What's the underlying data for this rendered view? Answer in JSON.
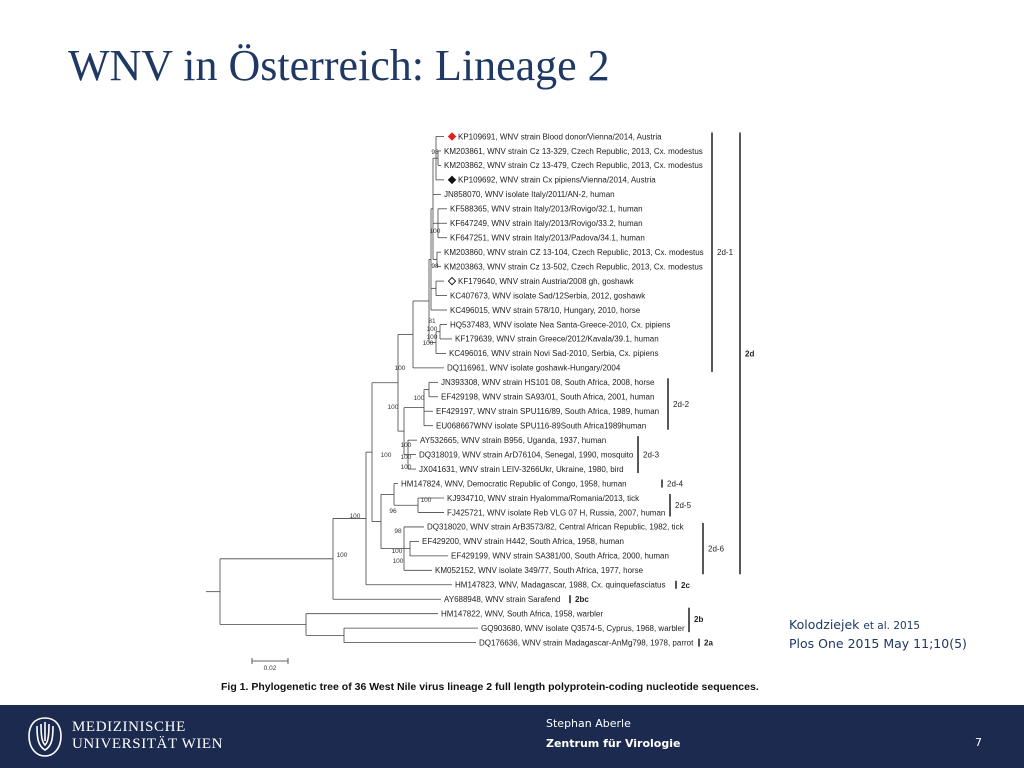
{
  "slide": {
    "title": "WNV in Österreich: Lineage 2",
    "page_number": "7"
  },
  "figure": {
    "caption": "Fig 1. Phylogenetic tree of 36 West Nile virus lineage 2 full length polyprotein-coding nucleotide sequences.",
    "scale_bar": "0.02",
    "leaves": [
      {
        "label": "KP109691, WNV strain Blood donor/Vienna/2014, Austria",
        "marker": "diamond-red"
      },
      {
        "label": "KM203861, WNV strain Cz 13-329, Czech Republic, 2013, Cx. modestus",
        "marker": ""
      },
      {
        "label": "KM203862, WNV strain Cz 13-479, Czech Republic, 2013, Cx. modestus",
        "marker": ""
      },
      {
        "label": "KP109692, WNV strain Cx pipiens/Vienna/2014, Austria",
        "marker": "diamond-black"
      },
      {
        "label": "JN858070, WNV isolate Italy/2011/AN-2, human",
        "marker": ""
      },
      {
        "label": "KF588365, WNV strain Italy/2013/Rovigo/32.1, human",
        "marker": ""
      },
      {
        "label": "KF647249, WNV strain Italy/2013/Rovigo/33.2, human",
        "marker": ""
      },
      {
        "label": "KF647251, WNV strain Italy/2013/Padova/34.1, human",
        "marker": ""
      },
      {
        "label": "KM203860, WNV strain CZ 13-104, Czech Republic, 2013, Cx. modestus",
        "marker": ""
      },
      {
        "label": "KM203863, WNV strain Cz 13-502, Czech Republic, 2013, Cx. modestus",
        "marker": ""
      },
      {
        "label": "KF179640, WNV strain Austria/2008 gh, goshawk",
        "marker": "diamond-open"
      },
      {
        "label": "KC407673, WNV isolate Sad/12Serbia, 2012, goshawk",
        "marker": ""
      },
      {
        "label": "KC496015, WNV strain 578/10, Hungary, 2010, horse",
        "marker": ""
      },
      {
        "label": "HQ537483, WNV isolate Nea Santa-Greece-2010, Cx. pipiens",
        "marker": ""
      },
      {
        "label": "KF179639, WNV strain Greece/2012/Kavala/39.1, human",
        "marker": ""
      },
      {
        "label": "KC496016, WNV strain Novi Sad-2010, Serbia, Cx. pipiens",
        "marker": ""
      },
      {
        "label": "DQ116961, WNV isolate goshawk-Hungary/2004",
        "marker": ""
      },
      {
        "label": "JN393308, WNV strain HS101 08, South Africa, 2008, horse",
        "marker": ""
      },
      {
        "label": "EF429198, WNV strain SA93/01, South Africa, 2001, human",
        "marker": ""
      },
      {
        "label": "EF429197, WNV strain SPU116/89, South Africa, 1989, human",
        "marker": ""
      },
      {
        "label": "EU068667WNV isolate SPU116-89South Africa1989human",
        "marker": ""
      },
      {
        "label": "AY532665, WNV strain B956, Uganda, 1937, human",
        "marker": ""
      },
      {
        "label": "DQ318019, WNV strain ArD76104, Senegal, 1990, mosquito",
        "marker": ""
      },
      {
        "label": "JX041631, WNV strain LEIV-3266Ukr, Ukraine, 1980, bird",
        "marker": ""
      },
      {
        "label": "HM147824, WNV, Democratic Republic of Congo, 1958, human",
        "marker": ""
      },
      {
        "label": "KJ934710, WNV strain Hyalomma/Romania/2013, tick",
        "marker": ""
      },
      {
        "label": "FJ425721, WNV isolate Reb VLG 07 H, Russia, 2007, human",
        "marker": ""
      },
      {
        "label": "DQ318020, WNV strain ArB3573/82, Central African Republic, 1982, tick",
        "marker": ""
      },
      {
        "label": "EF429200, WNV strain H442, South Africa, 1958, human",
        "marker": ""
      },
      {
        "label": "EF429199, WNV strain SA381/00, South Africa, 2000, human",
        "marker": ""
      },
      {
        "label": "KM052152, WNV isolate 349/77, South Africa, 1977, horse",
        "marker": ""
      },
      {
        "label": "HM147823, WNV, Madagascar, 1988, Cx. quinquefasciatus",
        "marker": ""
      },
      {
        "label": "AY688948, WNV strain Sarafend",
        "marker": ""
      },
      {
        "label": "HM147822, WNV, South Africa, 1958, warbler",
        "marker": ""
      },
      {
        "label": "GQ903680, WNV isolate Q3574-5, Cyprus, 1968, warbler",
        "marker": ""
      },
      {
        "label": "DQ176636, WNV strain Madagascar-AnMg798, 1978, parrot",
        "marker": ""
      }
    ],
    "bootstrap_values": [
      "98",
      "100",
      "98",
      "81",
      "100",
      "100",
      "100",
      "100",
      "100",
      "100",
      "100",
      "100",
      "100",
      "100",
      "96",
      "100",
      "98",
      "100",
      "100",
      "100",
      "100"
    ],
    "clade_labels": [
      "2d-1",
      "2d",
      "2d-2",
      "2d-3",
      "2d-4",
      "2d-5",
      "2d-6",
      "2c",
      "2bc",
      "2b",
      "2a"
    ]
  },
  "citation": {
    "author": "Kolodziejek",
    "etal_year": "et al. 2015",
    "journal": "Plos One 2015 May 11;10(5)"
  },
  "footer": {
    "institution_line1": "MEDIZINISCHE",
    "institution_line2": "UNIVERSITÄT WIEN",
    "presenter": "Stephan Aberle",
    "institute": "Zentrum für Virologie"
  },
  "colors": {
    "title": "#1f3864",
    "footer_bg": "#1b2a4e",
    "marker_red": "#e02020"
  }
}
